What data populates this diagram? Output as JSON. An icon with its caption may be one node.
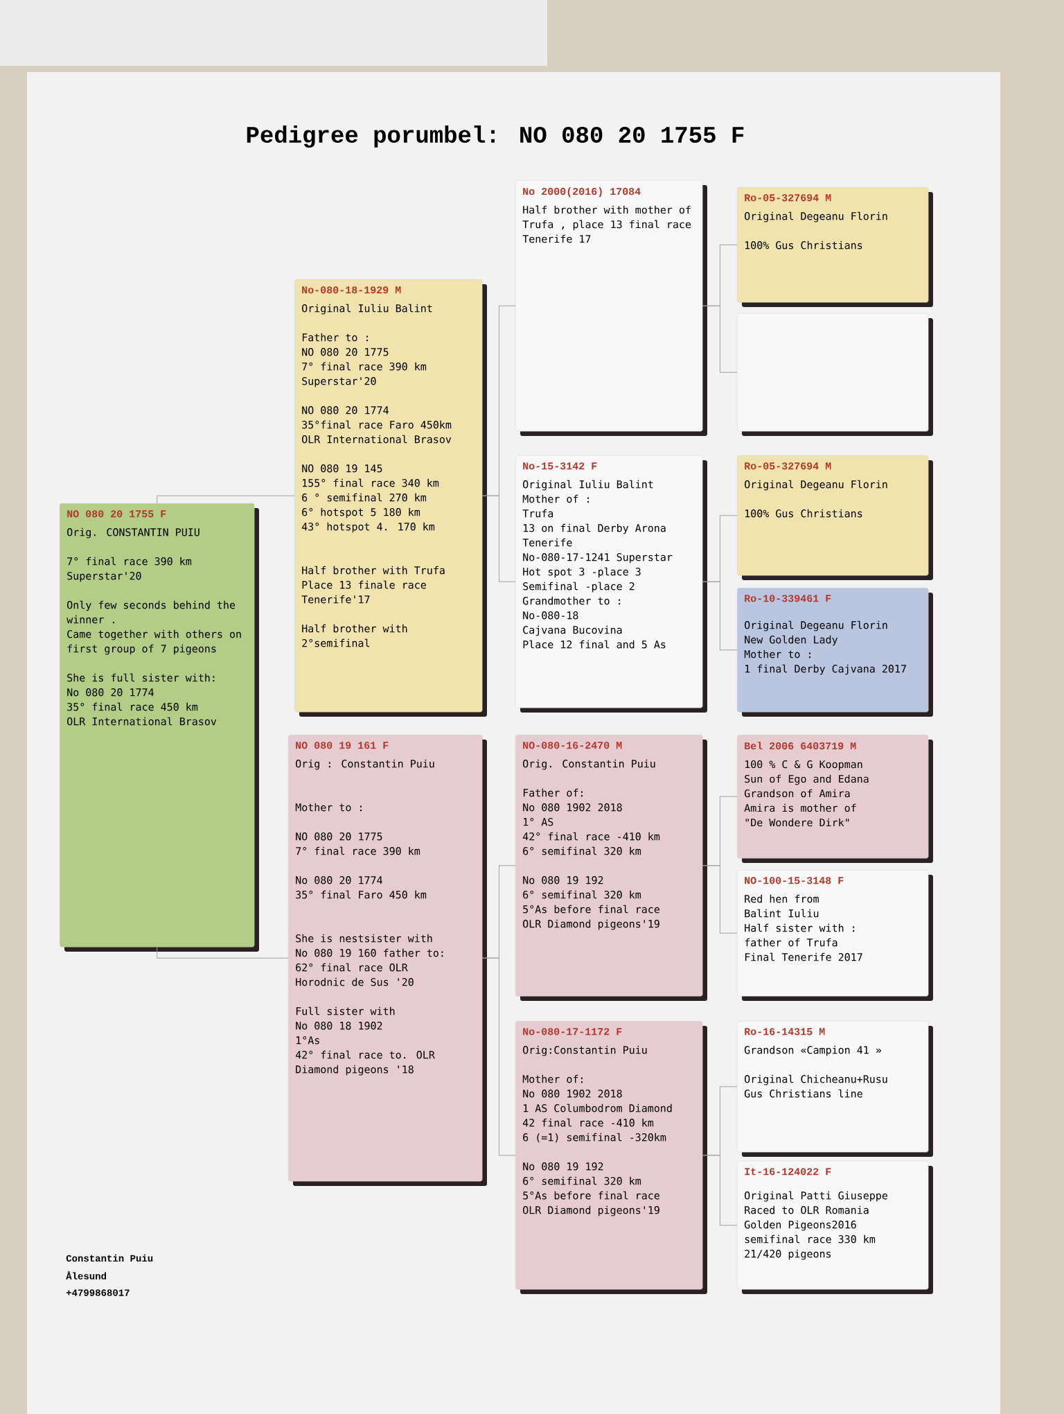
{
  "diagram": {
    "title": "Pedigree porumbel: NO 080 20 1755 F",
    "nodes": [
      {
        "text": [
          "NO 080 20 1755 F",
          "Orig. CONSTANTIN PUIU",
          "7° final race 390 km",
          "Superstar'20",
          "Only few seconds behind the winner .",
          "Came together with others on first group of 7 pigeons",
          "She is full sister with:",
          "No 080 20 1774",
          "35° final race 450 km",
          "OLR International Brasov"
        ]
      },
      {
        "text": [
          "No-080-18-1929 M",
          "Original Iuliu Balint",
          "Father to :",
          "NO 080 20 1775",
          "7° final race 390 km",
          "Superstar'20",
          "NO 080 20 1774",
          "35°final race Faro 450km",
          "OLR International Brasov",
          "NO 080 19 145",
          "155° final race 340 km",
          "6 ° semifinal 270 km",
          "6° hotspot 5 180 km",
          "43° hotspot 4. 170 km",
          "Half brother with Trufa",
          "Place 13 finale race",
          "Tenerife'17",
          "Half brother with",
          "2°semifinal"
        ]
      },
      {
        "text": [
          "NO 080 19 161 F",
          "Orig : Constantin Puiu",
          "Mother to :",
          "NO 080 20 1775",
          "7° final race 390 km",
          "No 080 20 1774",
          "35° final Faro 450 km",
          "She is nestsister with",
          "No 080 19 160 father to:",
          "62° final race OLR",
          "Horodnic de Sus '20",
          "Full sister with",
          "No 080 18 1902",
          "1°As",
          "42° final race to. OLR",
          "Diamond pigeons '18"
        ]
      },
      {
        "text": [
          "No 2000(2016) 17084",
          "Half brother with mother of Trufa , place 13 final race Tenerife 17"
        ]
      },
      {
        "text": [
          "No-15-3142 F",
          "Original Iuliu Balint",
          "Mother of :",
          "Trufa",
          "13 on final Derby Arona Tenerife",
          "No-080-17-1241 Superstar",
          "Hot spot 3 -place 3",
          "Semifinal -place 2",
          "Grandmother to :",
          "No-080-18",
          "Cajvana Bucovina",
          "Place 12 final and 5 As"
        ]
      },
      {
        "text": [
          "NO-080-16-2470 M",
          "Orig. Constantin Puiu",
          "Father of:",
          "No 080 1902 2018",
          "1° AS",
          "42° final race -410 km",
          "6° semifinal 320 km",
          "No 080 19 192",
          "6° semifinal 320 km",
          "5°As before final race",
          "OLR Diamond pigeons'19"
        ]
      },
      {
        "text": [
          "No-080-17-1172 F",
          "Orig:Constantin Puiu",
          "Mother of:",
          "No 080 1902 2018",
          "1 AS Columbodrom Diamond",
          "42 final race -410 km",
          "6 (=1) semifinal -320km",
          "No 080 19 192",
          "6° semifinal 320 km",
          "5°As before final race",
          "OLR Diamond pigeons'19"
        ]
      },
      {
        "text": [
          "Ro-05-327694 M",
          "Original Degeanu Florin",
          "100% Gus Christians"
        ]
      },
      {
        "text": [],
        "shape": "box"
      },
      {
        "text": [
          "Ro-05-327694 M",
          "Original Degeanu Florin",
          "100% Gus Christians"
        ]
      },
      {
        "text": [
          "Ro-10-339461 F",
          "Original Degeanu Florin",
          "New Golden Lady",
          "Mother to :",
          "1 final Derby Cajvana 2017"
        ]
      },
      {
        "text": [
          "Bel 2006 6403719 M",
          "100 % C & G Koopman",
          "Sun of Ego and Edana",
          "Grandson of Amira",
          "Amira is mother of",
          "\"De Wondere Dirk\""
        ]
      },
      {
        "text": [
          "NO-100-15-3148 F",
          "Red hen from",
          "Balint Iuliu",
          "Half sister with :",
          "father of Trufa",
          "Final Tenerife 2017"
        ]
      },
      {
        "text": [
          "Ro-16-14315 M",
          "Grandson «Campion 41 »",
          "Original Chicheanu+Rusu",
          "Gus Christians line"
        ]
      },
      {
        "text": [
          "It-16-124022 F",
          "Original Patti Giuseppe",
          "Raced to OLR Romania",
          "Golden Pigeons2016",
          "semifinal race 330 km",
          "21/420 pigeons"
        ]
      }
    ],
    "edges": [
      {
        "from": 0,
        "to": 1,
        "arrow": "none"
      },
      {
        "from": 0,
        "to": 2,
        "arrow": "none"
      },
      {
        "from": 1,
        "to": 3,
        "arrow": "none"
      },
      {
        "from": 1,
        "to": 4,
        "arrow": "none"
      },
      {
        "from": 2,
        "to": 5,
        "arrow": "none"
      },
      {
        "from": 2,
        "to": 6,
        "arrow": "none"
      },
      {
        "from": 3,
        "to": 7,
        "arrow": "none"
      },
      {
        "from": 3,
        "to": 8,
        "arrow": "none"
      },
      {
        "from": 4,
        "to": 9,
        "arrow": "none"
      },
      {
        "from": 4,
        "to": 10,
        "arrow": "none"
      },
      {
        "from": 5,
        "to": 11,
        "arrow": "none"
      },
      {
        "from": 5,
        "to": 12,
        "arrow": "none"
      },
      {
        "from": 6,
        "to": 13,
        "arrow": "none"
      },
      {
        "from": 6,
        "to": 14,
        "arrow": "none"
      }
    ],
    "labels": [
      "Constantin Puiu",
      "Ålesund",
      "+4799868017"
    ]
  }
}
